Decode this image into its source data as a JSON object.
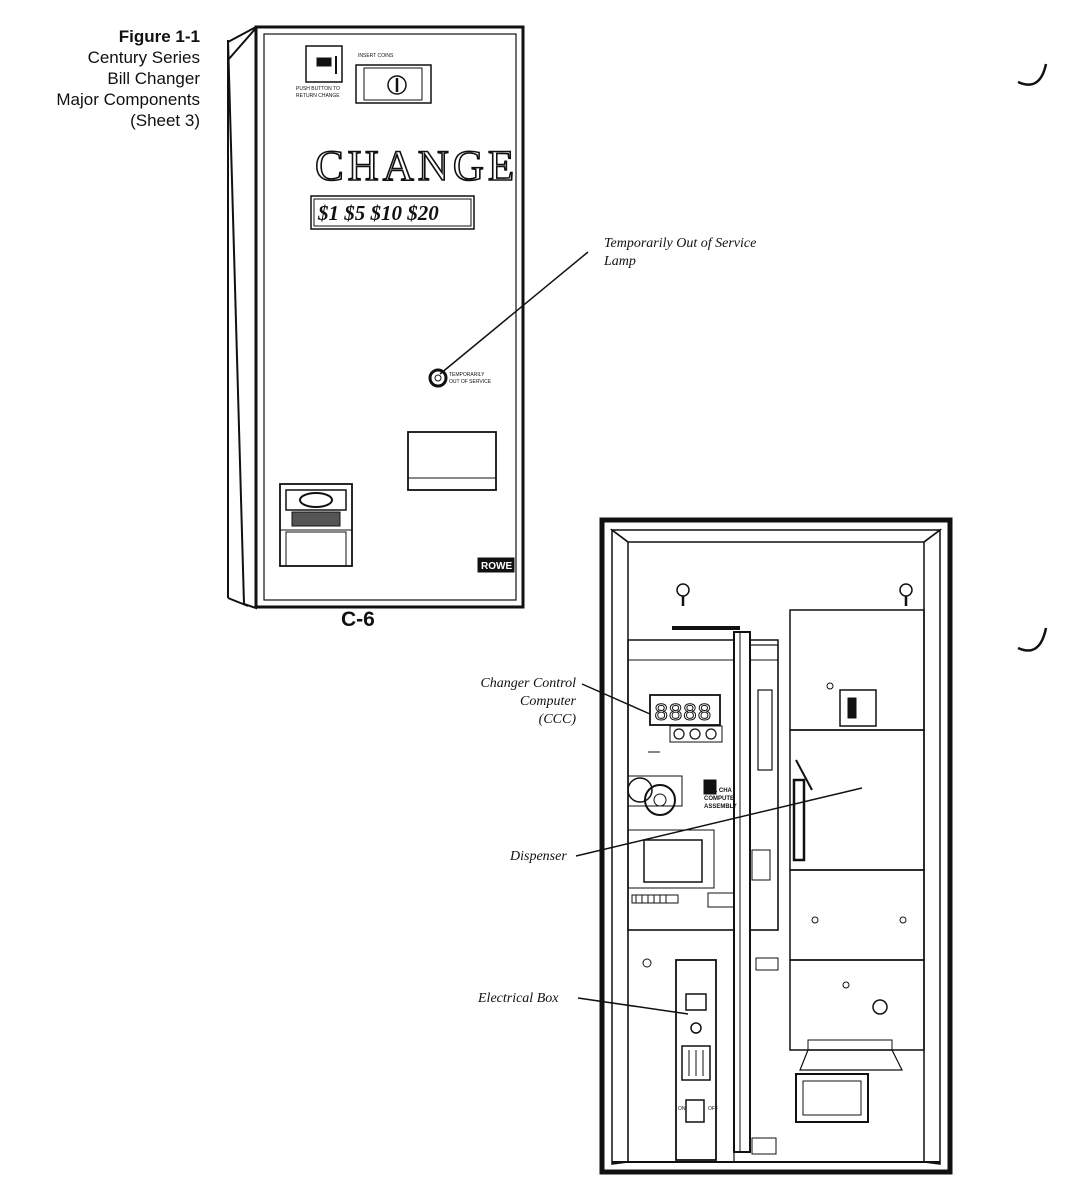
{
  "figure": {
    "number": "Figure 1-1",
    "title_lines": [
      "Century Series",
      "Bill Changer",
      "Major Components",
      "(Sheet 3)"
    ]
  },
  "model_label": "C-6",
  "front_panel": {
    "insert_coins": "INSERT COINS",
    "push_button": [
      "PUSH BUTTON TO",
      "RETURN CHANGE"
    ],
    "change_sign": "CHANGE",
    "denominations": "$1 $5 $10 $20",
    "lamp_label": [
      "TEMPORARILY",
      "OUT OF SERVICE"
    ],
    "brand": "ROWE"
  },
  "callouts": {
    "lamp": [
      "Temporarily Out of Service",
      "Lamp"
    ],
    "ccc": [
      "Changer Control",
      "Computer",
      "(CCC)"
    ],
    "dispenser": "Dispenser",
    "electrical_box": "Electrical Box"
  },
  "interior_panel": {
    "display_digits": "8888",
    "board_labels": [
      "BILL CHA",
      "COMPUTE",
      "ASSEMBLY"
    ],
    "switch_on": "ON",
    "switch_off": "OFF"
  }
}
